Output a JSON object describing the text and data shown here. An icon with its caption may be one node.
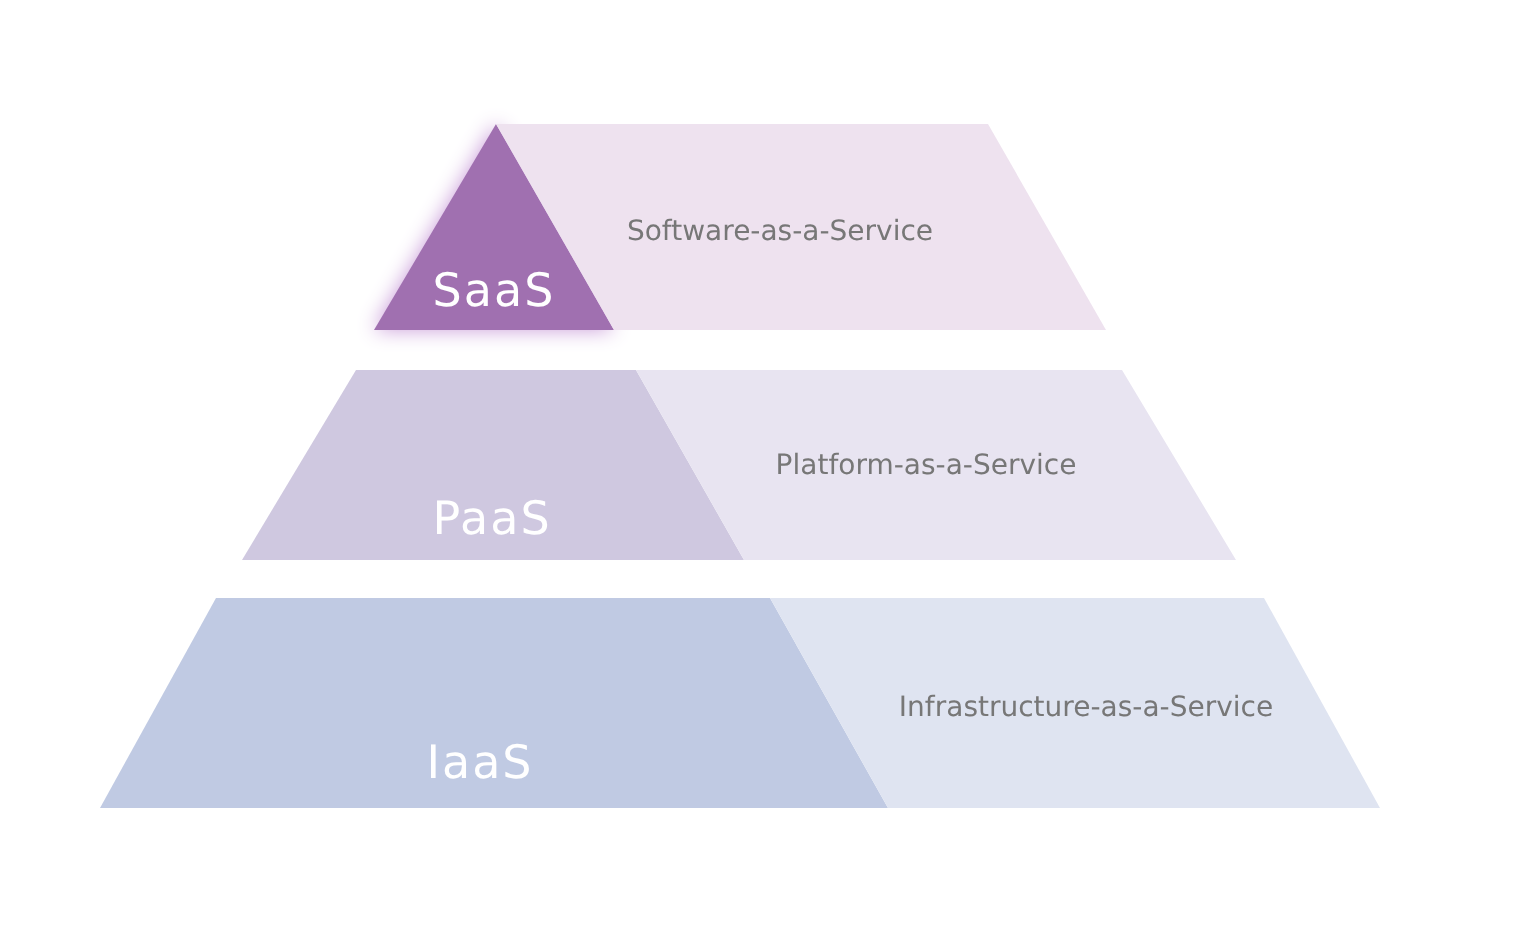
{
  "diagram": {
    "nodes": [
      {
        "text": [
          "SaaS"
        ]
      },
      {
        "text": [
          "Software-as-a-Service"
        ]
      },
      {
        "text": [
          "PaaS"
        ]
      },
      {
        "text": [
          "Platform-as-a-Service"
        ]
      },
      {
        "text": [
          "IaaS"
        ]
      },
      {
        "text": [
          "Infrastructure-as-a-Service"
        ]
      }
    ]
  }
}
